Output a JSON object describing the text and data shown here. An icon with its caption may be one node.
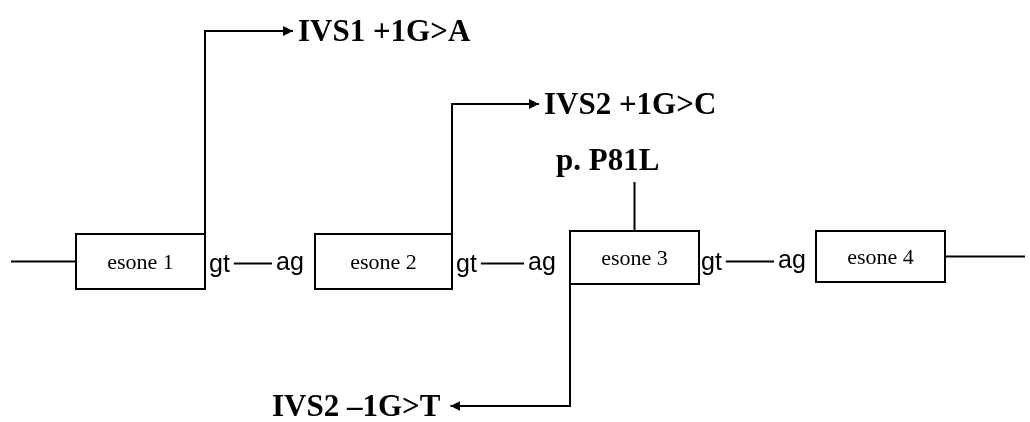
{
  "diagram": {
    "nodes": [
      {
        "text": [
          "IVS1 +1G>A"
        ]
      },
      {
        "text": [
          "IVS2 +1G>C"
        ]
      },
      {
        "text": [
          "p. P81L"
        ]
      },
      {
        "text": [
          "esone 1"
        ]
      },
      {
        "text": [
          "gt"
        ]
      },
      {
        "text": [
          "ag"
        ]
      },
      {
        "text": [
          "esone 2"
        ]
      },
      {
        "text": [
          "gt"
        ]
      },
      {
        "text": [
          "ag"
        ]
      },
      {
        "text": [
          "esone 3"
        ]
      },
      {
        "text": [
          "gt"
        ]
      },
      {
        "text": [
          "ag"
        ]
      },
      {
        "text": [
          "esone 4"
        ]
      },
      {
        "text": [
          "IVS2 –1G>T"
        ]
      }
    ],
    "edges": [
      {
        "from": null,
        "to": 3,
        "arrow": "none"
      },
      {
        "from": 3,
        "to": 0,
        "arrow": "to"
      },
      {
        "from": 4,
        "to": 5,
        "arrow": "none"
      },
      {
        "from": 6,
        "to": 1,
        "arrow": "to"
      },
      {
        "from": 7,
        "to": 8,
        "arrow": "none"
      },
      {
        "from": 2,
        "to": 9,
        "arrow": "none"
      },
      {
        "from": 9,
        "to": 13,
        "arrow": "to"
      },
      {
        "from": 10,
        "to": 11,
        "arrow": "none"
      },
      {
        "from": 12,
        "to": null,
        "arrow": "none"
      }
    ]
  }
}
